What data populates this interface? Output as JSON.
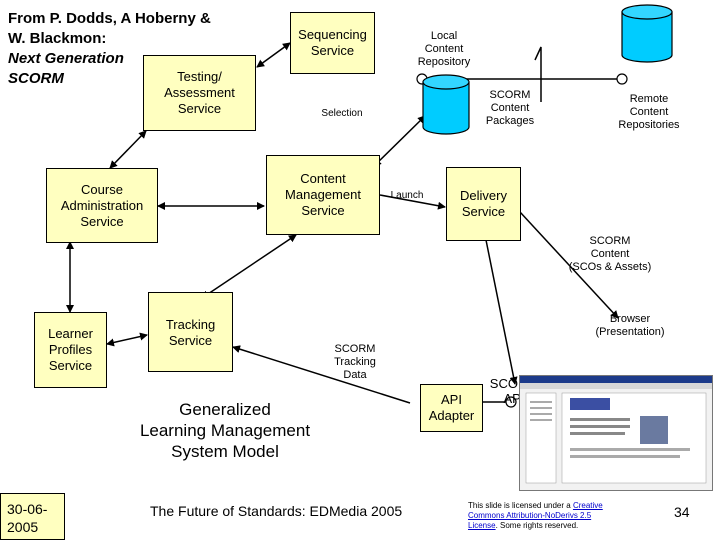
{
  "source_note": {
    "line1": "From P. Dodds, A Hoberny &",
    "line2": "W. Blackmon:",
    "line3": "Next Generation",
    "line4": "SCORM"
  },
  "boxes": {
    "sequencing": "Sequencing\nService",
    "testing": "Testing/\nAssessment\nService",
    "course_admin": "Course\nAdministration\nService",
    "content_mgmt": "Content\nManagement\nService",
    "delivery": "Delivery\nService",
    "learner_profiles": "Learner\nProfiles\nService",
    "tracking": "Tracking\nService",
    "api_adapter": "API\nAdapter"
  },
  "labels": {
    "local_repo": "Local\nContent\nRepository",
    "scorm_packages": "SCORM\nContent\nPackages",
    "remote_repos": "Remote\nContent\nRepositories",
    "selection": "Selection",
    "launch": "Launch",
    "scorm_content": "SCORM\nContent\n(SCOs & Assets)",
    "browser": "Browser\n(Presentation)",
    "tracking_data": "SCORM\nTracking\nData",
    "scorm_api": "SCORM\nAPI"
  },
  "model_title": "Generalized\nLearning Management\nSystem Model",
  "footer": {
    "date": "30-06-\n2005",
    "conference": "The Future of Standards: EDMedia 2005",
    "license_prefix": "This slide is licensed under a ",
    "license_link": "Creative Commons Attribution-NoDerivs 2.5 License",
    "license_suffix": ". Some rights reserved.",
    "page": "34"
  },
  "colors": {
    "box_fill": "#ffffc0",
    "cylinder_fill": "#00ccff",
    "link": "#0000cc"
  }
}
